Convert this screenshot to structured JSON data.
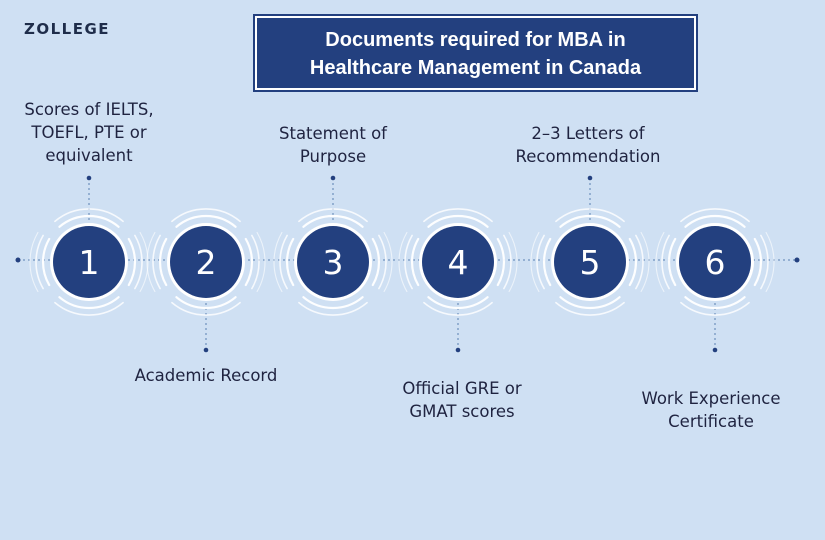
{
  "brand": {
    "logo_text": "ZOLLEGE"
  },
  "title": {
    "line1": "Documents required for MBA in",
    "line2": "Healthcare Management in Canada"
  },
  "colors": {
    "background": "#cfe0f3",
    "circle_fill": "#23407f",
    "title_fill": "#23407f",
    "text": "#1f2340"
  },
  "steps": [
    {
      "number": "1",
      "label": [
        "Scores of IELTS,",
        "TOEFL, PTE or",
        "equivalent"
      ]
    },
    {
      "number": "2",
      "label": [
        "Academic Record"
      ]
    },
    {
      "number": "3",
      "label": [
        "Statement of",
        "Purpose"
      ]
    },
    {
      "number": "4",
      "label": [
        "Official GRE or",
        "GMAT scores"
      ]
    },
    {
      "number": "5",
      "label": [
        "2–3 Letters of",
        "Recommendation"
      ]
    },
    {
      "number": "6",
      "label": [
        "Work Experience",
        "Certificate"
      ]
    }
  ]
}
